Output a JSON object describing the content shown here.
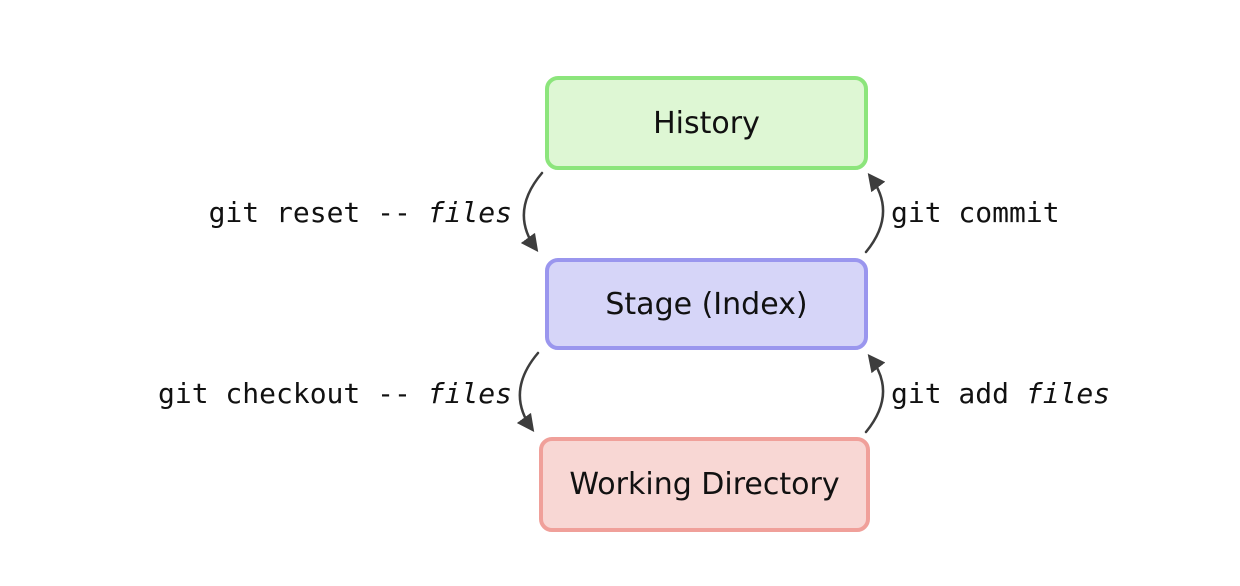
{
  "colors": {
    "background": "#ffffff",
    "arrow": "#3d3d3d",
    "text": "#111111",
    "history_fill": "#def7d4",
    "history_border": "#8ce57c",
    "stage_fill": "#d6d5f8",
    "stage_border": "#9a96ee",
    "working_fill": "#f8d7d4",
    "working_border": "#f0a09a"
  },
  "nodes": {
    "history": {
      "label": "History"
    },
    "stage": {
      "label": "Stage (Index)"
    },
    "working": {
      "label": "Working Directory"
    }
  },
  "edges": {
    "reset": {
      "command": "git reset --",
      "arg": "files"
    },
    "commit": {
      "command": "git commit",
      "arg": ""
    },
    "checkout": {
      "command": "git checkout --",
      "arg": "files"
    },
    "add": {
      "command": "git add",
      "arg": "files"
    }
  }
}
